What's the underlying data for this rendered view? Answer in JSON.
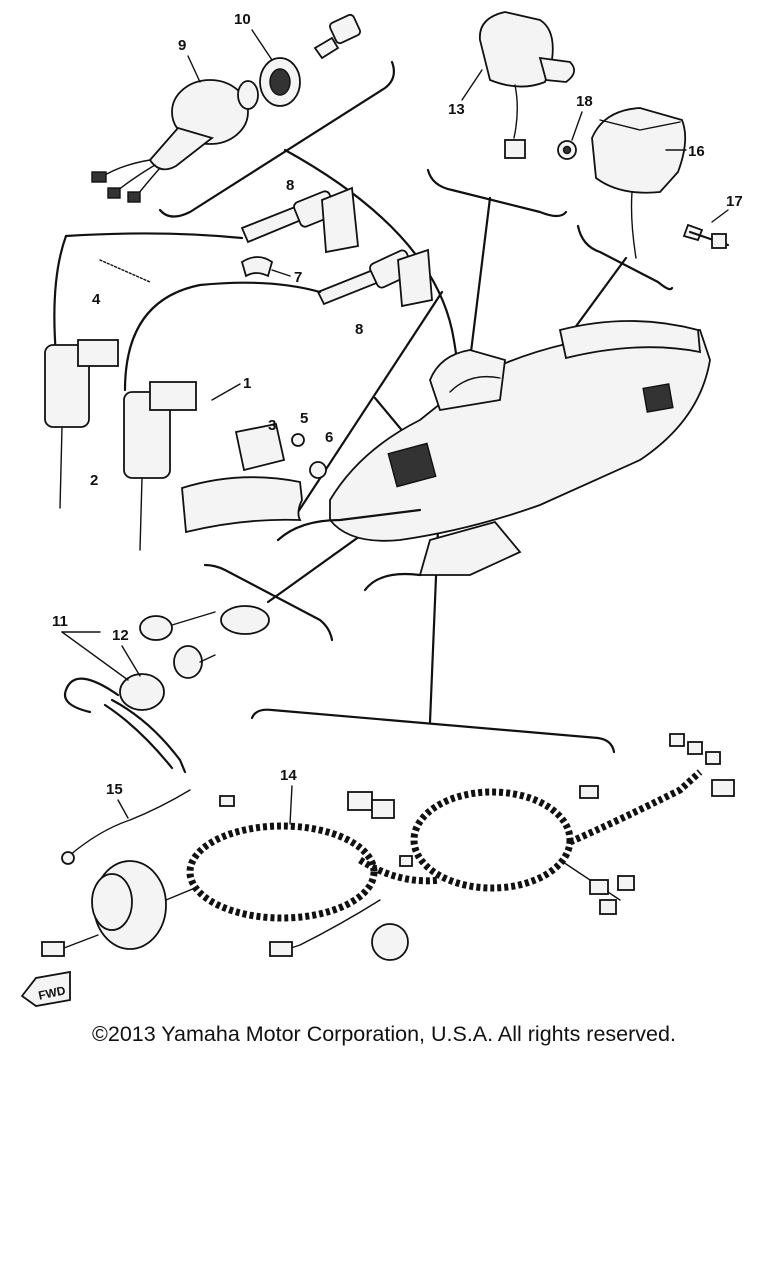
{
  "callouts": [
    {
      "id": "1",
      "label": "1"
    },
    {
      "id": "2",
      "label": "2"
    },
    {
      "id": "3",
      "label": "3"
    },
    {
      "id": "4",
      "label": "4"
    },
    {
      "id": "5",
      "label": "5"
    },
    {
      "id": "6",
      "label": "6"
    },
    {
      "id": "7",
      "label": "7"
    },
    {
      "id": "8a",
      "label": "8"
    },
    {
      "id": "8b",
      "label": "8"
    },
    {
      "id": "9",
      "label": "9"
    },
    {
      "id": "10",
      "label": "10"
    },
    {
      "id": "11",
      "label": "11"
    },
    {
      "id": "12",
      "label": "12"
    },
    {
      "id": "13",
      "label": "13"
    },
    {
      "id": "14",
      "label": "14"
    },
    {
      "id": "15",
      "label": "15"
    },
    {
      "id": "16",
      "label": "16"
    },
    {
      "id": "17",
      "label": "17"
    },
    {
      "id": "18",
      "label": "18"
    }
  ],
  "fwd_label": "FWD",
  "copyright": "©2013 Yamaha Motor Corporation, U.S.A. All rights reserved."
}
